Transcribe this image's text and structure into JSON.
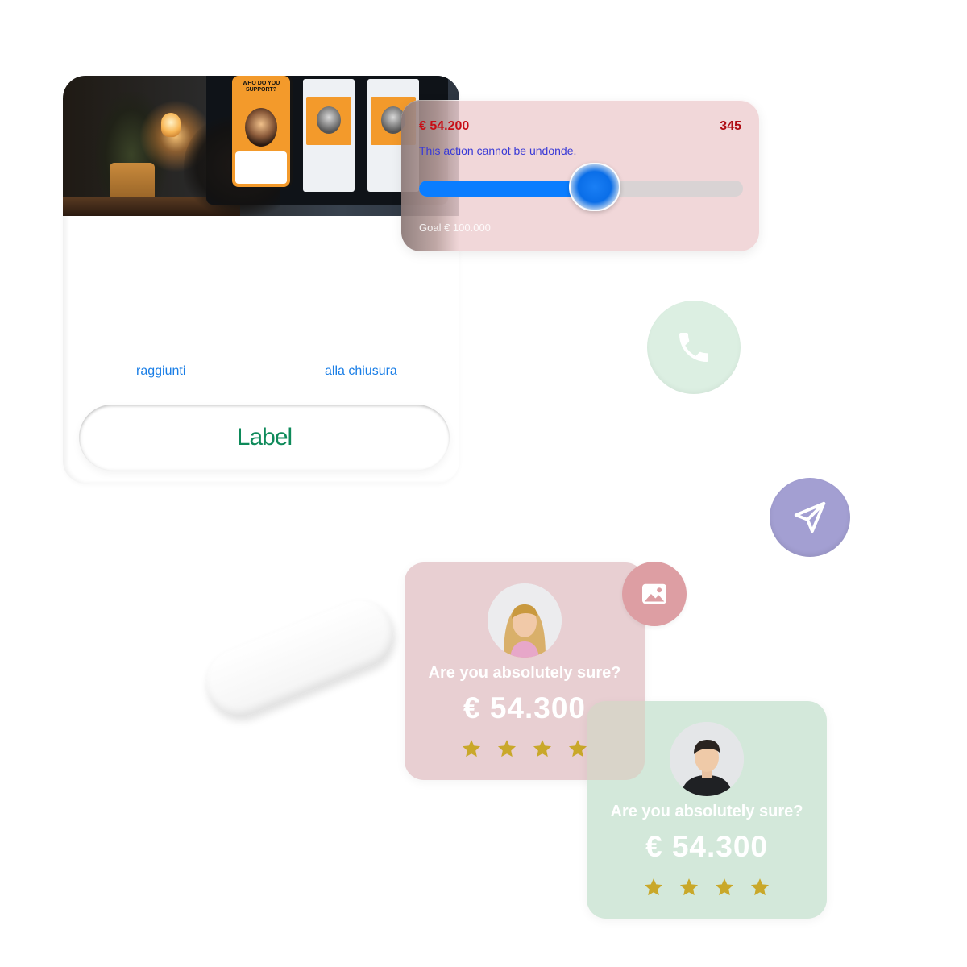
{
  "campaign": {
    "hero": {
      "phone_heading": "WHO DO YOU SUPPORT?"
    },
    "stats": [
      {
        "label": "raggiunti"
      },
      {
        "label": "alla chiusura"
      }
    ],
    "button_label": "Label"
  },
  "funding": {
    "amount": "€ 54.200",
    "count": "345",
    "warning": "This action cannot be undonde.",
    "goal": "Goal € 100.000",
    "progress_percent": 54.2
  },
  "actions": {
    "call_icon": "phone-icon",
    "send_icon": "paper-plane-icon",
    "image_icon": "image-icon"
  },
  "confirm_cards": [
    {
      "question": "Are you absolutely sure?",
      "price": "€ 54.300",
      "stars": 4,
      "color": "#e8cfd2"
    },
    {
      "question": "Are you absolutely sure?",
      "price": "€ 54.300",
      "stars": 4,
      "color": "#d3e8da"
    }
  ],
  "colors": {
    "accent_blue": "#0a7dff",
    "label_green": "#0e8a5a",
    "amount_red": "#c80e16",
    "warning_blue": "#3a3ad6",
    "star_gold": "#c9a82a"
  }
}
